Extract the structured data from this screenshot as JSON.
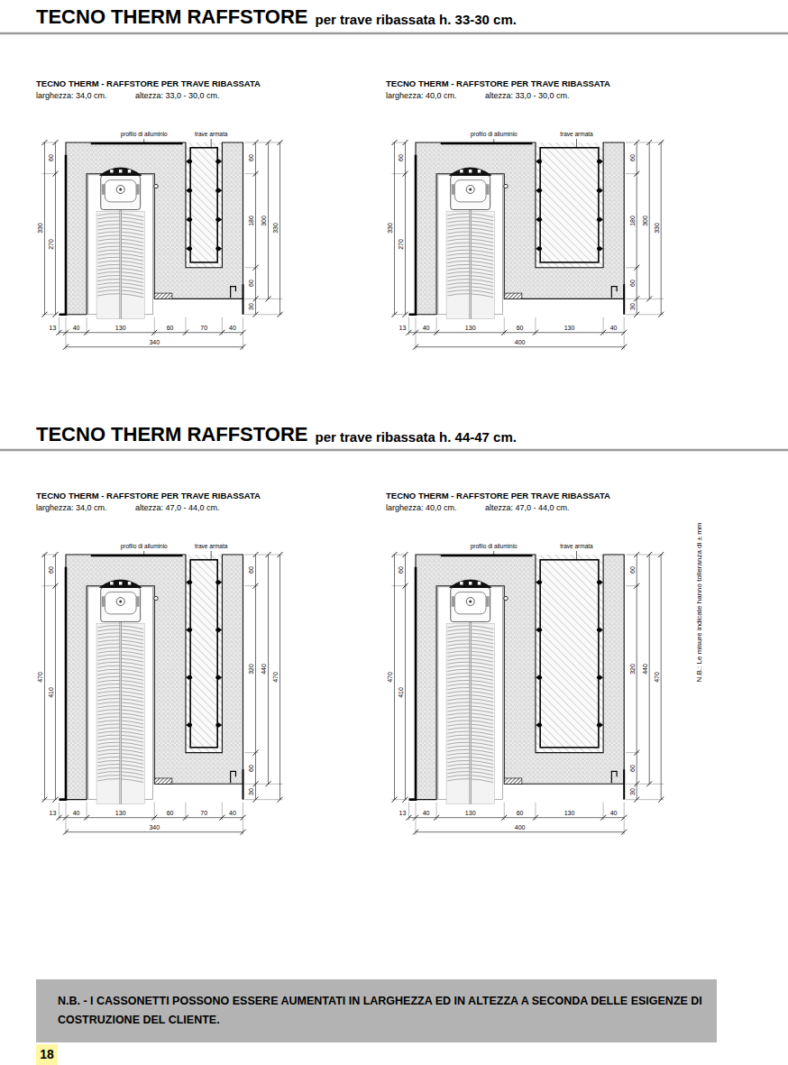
{
  "diagram": {
    "nodes": [
      {
        "text": [
          "N.B. - I CASSONETTI POSSONO ESSERE AUMENTATI IN LARGHEZZA ED IN ALTEZZA A SECONDA DELLE ESIGENZE DI COSTRUZIONE DEL CLIENTE."
        ]
      },
      {
        "text": [
          "18"
        ]
      }
    ],
    "labels": [
      "TECNO THERM RAFFSTORE",
      "per trave ribassata h. 33-30 cm.",
      "TECNO THERM - RAFFSTORE PER TRAVE RIBASSATA",
      "larghezza: 34,0 cm.",
      "altezza: 33,0 - 30,0 cm.",
      "profilo di alluminio",
      "trave armata",
      "60",
      "330",
      "270",
      "60",
      "180",
      "60",
      "30",
      "300",
      "330",
      "13",
      "40",
      "130",
      "60",
      "70",
      "40",
      "340",
      "TECNO THERM - RAFFSTORE PER TRAVE RIBASSATA",
      "larghezza: 40,0 cm.",
      "altezza: 33,0 - 30,0 cm.",
      "profilo di alluminio",
      "trave armata",
      "60",
      "330",
      "270",
      "60",
      "180",
      "60",
      "30",
      "300",
      "330",
      "13",
      "40",
      "130",
      "60",
      "130",
      "40",
      "400",
      "TECNO THERM RAFFSTORE",
      "per trave ribassata h. 44-47 cm.",
      "TECNO THERM - RAFFSTORE PER TRAVE RIBASSATA",
      "larghezza: 34,0 cm.",
      "altezza: 47,0 - 44,0 cm.",
      "profilo di alluminio",
      "trave armata",
      "60",
      "470",
      "410",
      "60",
      "320",
      "60",
      "30",
      "440",
      "470",
      "13",
      "40",
      "130",
      "60",
      "70",
      "40",
      "340",
      "TECNO THERM - RAFFSTORE PER TRAVE RIBASSATA",
      "larghezza: 40,0 cm.",
      "altezza: 47,0 - 44,0 cm.",
      "profilo di alluminio",
      "trave armata",
      "60",
      "470",
      "410",
      "60",
      "320",
      "60",
      "30",
      "440",
      "470",
      "13",
      "40",
      "130",
      "60",
      "130",
      "40",
      "400",
      "N.B.: Le misure indicate hanno tolleranza di ± mm"
    ]
  }
}
